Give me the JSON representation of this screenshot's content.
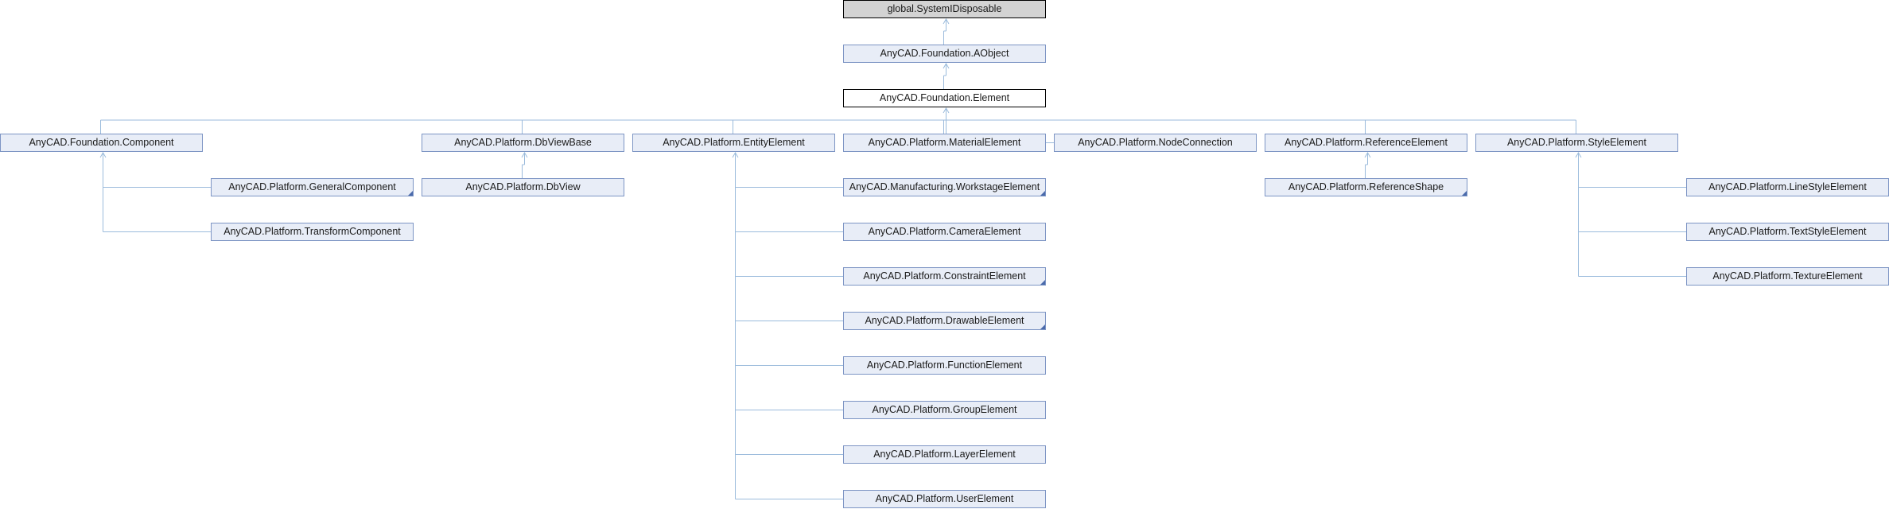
{
  "diagram": {
    "nodes": [
      {
        "id": "disposable",
        "label": "global.SystemIDisposable",
        "kind": "base"
      },
      {
        "id": "aobject",
        "label": "AnyCAD.Foundation.AObject",
        "kind": "normal"
      },
      {
        "id": "element",
        "label": "AnyCAD.Foundation.Element",
        "kind": "focus"
      },
      {
        "id": "component",
        "label": "AnyCAD.Foundation.Component",
        "kind": "normal"
      },
      {
        "id": "dbviewbase",
        "label": "AnyCAD.Platform.DbViewBase",
        "kind": "normal"
      },
      {
        "id": "entity",
        "label": "AnyCAD.Platform.EntityElement",
        "kind": "normal"
      },
      {
        "id": "material",
        "label": "AnyCAD.Platform.MaterialElement",
        "kind": "normal"
      },
      {
        "id": "nodeconn",
        "label": "AnyCAD.Platform.NodeConnection",
        "kind": "normal"
      },
      {
        "id": "reference",
        "label": "AnyCAD.Platform.ReferenceElement",
        "kind": "normal"
      },
      {
        "id": "style",
        "label": "AnyCAD.Platform.StyleElement",
        "kind": "normal"
      },
      {
        "id": "general",
        "label": "AnyCAD.Platform.GeneralComponent",
        "kind": "normal",
        "more": true
      },
      {
        "id": "transform",
        "label": "AnyCAD.Platform.TransformComponent",
        "kind": "normal"
      },
      {
        "id": "dbview",
        "label": "AnyCAD.Platform.DbView",
        "kind": "normal"
      },
      {
        "id": "workstage",
        "label": "AnyCAD.Manufacturing.WorkstageElement",
        "kind": "normal",
        "more": true
      },
      {
        "id": "camera",
        "label": "AnyCAD.Platform.CameraElement",
        "kind": "normal"
      },
      {
        "id": "constraint",
        "label": "AnyCAD.Platform.ConstraintElement",
        "kind": "normal",
        "more": true
      },
      {
        "id": "drawable",
        "label": "AnyCAD.Platform.DrawableElement",
        "kind": "normal",
        "more": true
      },
      {
        "id": "function",
        "label": "AnyCAD.Platform.FunctionElement",
        "kind": "normal"
      },
      {
        "id": "group",
        "label": "AnyCAD.Platform.GroupElement",
        "kind": "normal"
      },
      {
        "id": "layer",
        "label": "AnyCAD.Platform.LayerElement",
        "kind": "normal"
      },
      {
        "id": "user",
        "label": "AnyCAD.Platform.UserElement",
        "kind": "normal"
      },
      {
        "id": "refshape",
        "label": "AnyCAD.Platform.ReferenceShape",
        "kind": "normal",
        "more": true
      },
      {
        "id": "linestyle",
        "label": "AnyCAD.Platform.LineStyleElement",
        "kind": "normal"
      },
      {
        "id": "textstyle",
        "label": "AnyCAD.Platform.TextStyleElement",
        "kind": "normal"
      },
      {
        "id": "texture",
        "label": "AnyCAD.Platform.TextureElement",
        "kind": "normal"
      }
    ],
    "edges": [
      {
        "parent": "disposable",
        "child": "aobject"
      },
      {
        "parent": "aobject",
        "child": "element"
      },
      {
        "parent": "element",
        "child": "component"
      },
      {
        "parent": "element",
        "child": "dbviewbase"
      },
      {
        "parent": "element",
        "child": "entity"
      },
      {
        "parent": "element",
        "child": "material"
      },
      {
        "parent": "element",
        "child": "nodeconn"
      },
      {
        "parent": "element",
        "child": "reference"
      },
      {
        "parent": "element",
        "child": "style"
      },
      {
        "parent": "component",
        "child": "general"
      },
      {
        "parent": "component",
        "child": "transform"
      },
      {
        "parent": "dbviewbase",
        "child": "dbview"
      },
      {
        "parent": "entity",
        "child": "workstage"
      },
      {
        "parent": "entity",
        "child": "camera"
      },
      {
        "parent": "entity",
        "child": "constraint"
      },
      {
        "parent": "entity",
        "child": "drawable"
      },
      {
        "parent": "entity",
        "child": "function"
      },
      {
        "parent": "entity",
        "child": "group"
      },
      {
        "parent": "entity",
        "child": "layer"
      },
      {
        "parent": "entity",
        "child": "user"
      },
      {
        "parent": "reference",
        "child": "refshape"
      },
      {
        "parent": "style",
        "child": "linestyle"
      },
      {
        "parent": "style",
        "child": "textstyle"
      },
      {
        "parent": "style",
        "child": "texture"
      }
    ],
    "colors": {
      "edge": "#9bbbdc",
      "node_fill": "#e8edf7",
      "node_border": "#7d95c4"
    }
  }
}
